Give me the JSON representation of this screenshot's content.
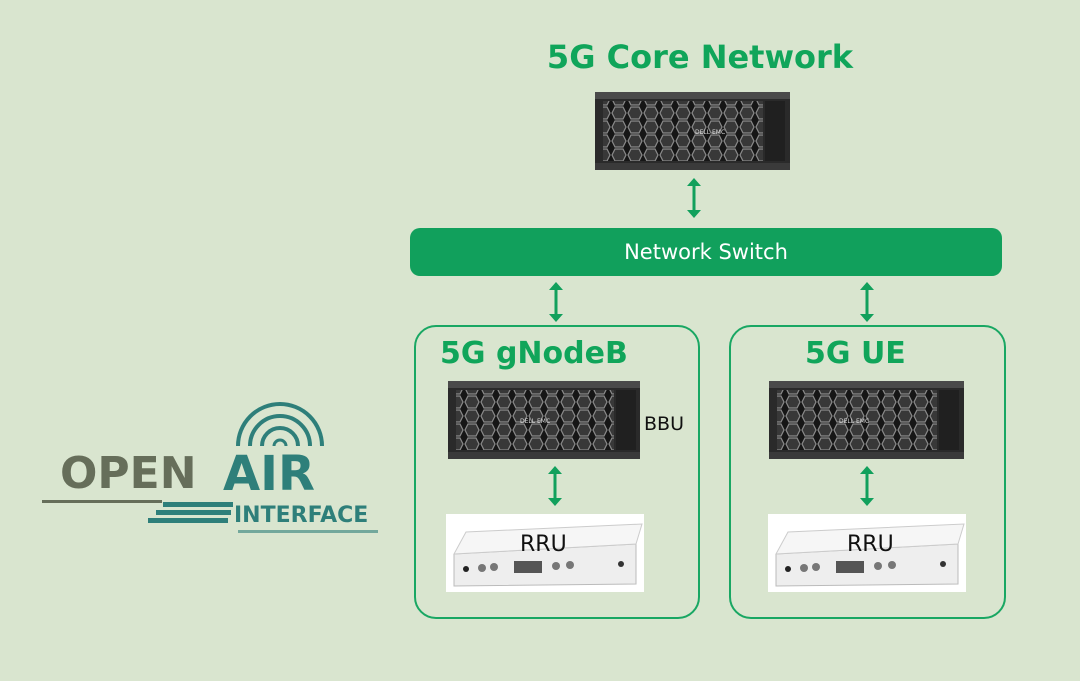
{
  "core": {
    "title": "5G Core Network",
    "server_logo": "DELL EMC"
  },
  "switch": {
    "label": "Network Switch"
  },
  "gnodeb": {
    "title": "5G gNodeB",
    "bbu_label": "BBU",
    "rru_label": "RRU",
    "server_logo": "DELL EMC"
  },
  "ue": {
    "title": "5G UE",
    "rru_label": "RRU",
    "server_logo": "DELL EMC"
  },
  "logo": {
    "line1_a": "OPEN",
    "line1_b": "AIR",
    "line2": "INTERFACE"
  },
  "colors": {
    "accent": "#11a05c",
    "background": "#d9e5cf",
    "logo_dark": "#666e5a",
    "logo_teal": "#2e7f7a"
  },
  "icons": [
    "server-icon",
    "radio-unit-icon",
    "double-arrow-icon",
    "wireless-signal-icon"
  ]
}
